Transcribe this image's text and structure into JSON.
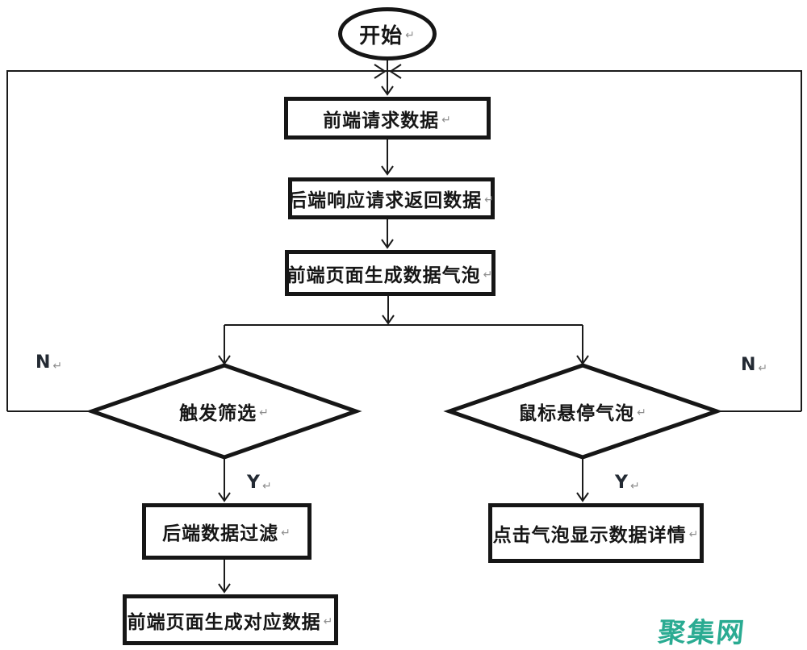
{
  "diagram": {
    "start": {
      "label": "开始"
    },
    "steps": {
      "request": "前端请求数据",
      "respond": "后端响应请求返回数据",
      "gen_bubbles": "前端页面生成数据气泡",
      "backend_filter": "后端数据过滤",
      "gen_matched": "前端页面生成对应数据",
      "click_detail": "点击气泡显示数据详情"
    },
    "decisions": {
      "trigger_filter": "触发筛选",
      "hover_bubble": "鼠标悬停气泡"
    },
    "branch_labels": {
      "left_no": "N",
      "right_no": "N",
      "left_yes": "Y",
      "right_yes": "Y"
    },
    "return_mark": "↵",
    "colors": {
      "line": "#1a1a1a",
      "watermark": "#2aab92"
    }
  },
  "watermark": {
    "text": "聚集网"
  }
}
